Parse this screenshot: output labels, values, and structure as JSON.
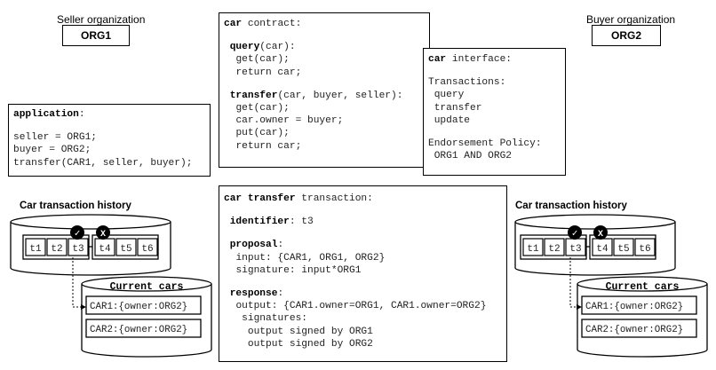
{
  "seller": {
    "caption": "Seller organization",
    "org": "ORG1"
  },
  "buyer": {
    "caption": "Buyer organization",
    "org": "ORG2"
  },
  "application": {
    "keyword": "application",
    "colon": ":",
    "lines": [
      "seller = ORG1;",
      "buyer = ORG2;",
      "transfer(CAR1, seller, buyer);"
    ]
  },
  "contract": {
    "keyword": "car",
    "rest": " contract:",
    "query_kw": "query",
    "query_sig": "(car):",
    "query_lines": [
      "get(car);",
      "return car;"
    ],
    "transfer_kw": "transfer",
    "transfer_sig": "(car, buyer, seller):",
    "transfer_lines": [
      "get(car);",
      "car.owner = buyer;",
      "put(car);",
      "return car;"
    ]
  },
  "interface": {
    "keyword": "car",
    "rest": " interface:",
    "tx_heading": "Transactions:",
    "tx_items": [
      "query",
      "transfer",
      "update"
    ],
    "policy_heading": "Endorsement Policy:",
    "policy_value": "ORG1 AND ORG2"
  },
  "transaction": {
    "keyword": "car transfer",
    "rest": " transaction:",
    "identifier_kw": "identifier",
    "identifier_val": ": t3",
    "proposal_kw": "proposal",
    "proposal_lines": [
      "input: {CAR1, ORG1, ORG2}",
      "signature: input*ORG1"
    ],
    "response_kw": "response",
    "response_lines": [
      "output: {CAR1.owner=ORG1, CAR1.owner=ORG2}",
      "signatures:",
      "output signed by ORG1",
      "output signed by ORG2"
    ]
  },
  "history_left": {
    "title": "Car transaction history",
    "txs": [
      "t1",
      "t2",
      "t3",
      "t4",
      "t5",
      "t6"
    ],
    "valid_mark": "✓",
    "invalid_mark": "X",
    "current_title": "Current cars",
    "cars": [
      "CAR1:{owner:ORG2}",
      "CAR2:{owner:ORG2}"
    ]
  },
  "history_right": {
    "title": "Car transaction history",
    "txs": [
      "t1",
      "t2",
      "t3",
      "t4",
      "t5",
      "t6"
    ],
    "valid_mark": "✓",
    "invalid_mark": "X",
    "current_title": "Current cars",
    "cars": [
      "CAR1:{owner:ORG2}",
      "CAR2:{owner:ORG2}"
    ]
  }
}
